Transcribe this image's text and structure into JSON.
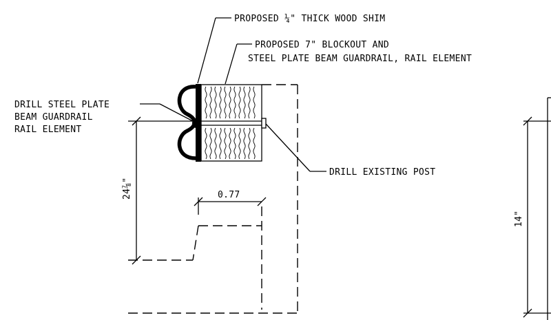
{
  "drawing": {
    "callouts": {
      "shim": "PROPOSED ¼\" THICK WOOD SHIM",
      "blockout_line1": "PROPOSED 7\" BLOCKOUT AND",
      "blockout_line2": "STEEL PLATE BEAM GUARDRAIL, RAIL ELEMENT",
      "drill_plate_line1": "DRILL STEEL PLATE",
      "drill_plate_line2": "BEAM GUARDRAIL",
      "drill_plate_line3": "RAIL ELEMENT",
      "drill_post": "DRILL EXISTING POST"
    },
    "dimensions": {
      "height_left": "24⅞\"",
      "offset": "0.77",
      "height_right": "14\""
    },
    "colors": {
      "ink": "#000000",
      "paper": "#ffffff"
    }
  }
}
